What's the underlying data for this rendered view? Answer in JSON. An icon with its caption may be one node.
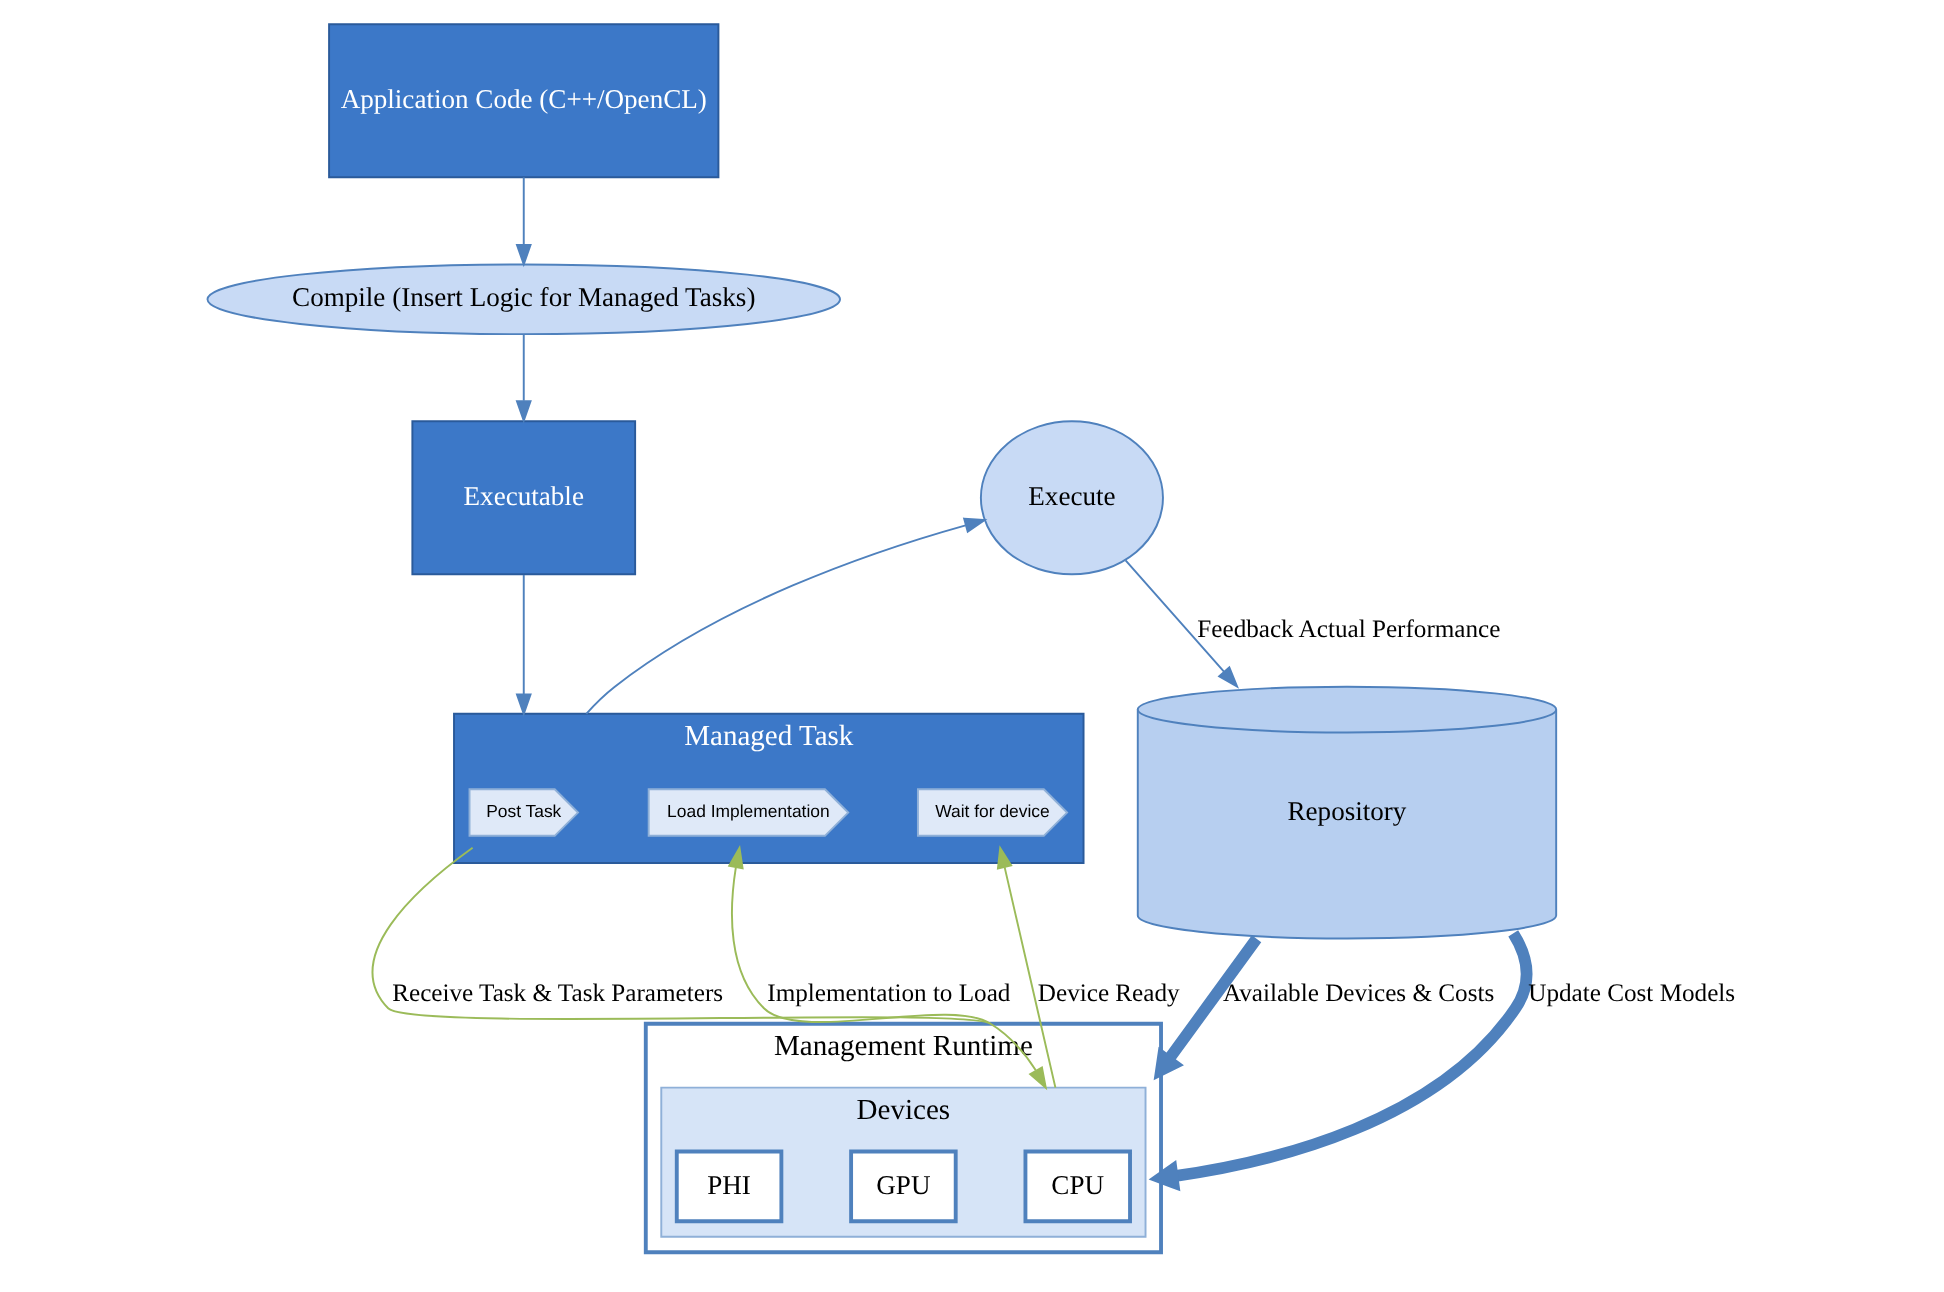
{
  "diagram": {
    "nodes": [
      {
        "text": [
          "Application Code (C++/OpenCL)"
        ]
      },
      {
        "text": [
          "Compile (Insert Logic for Managed Tasks)"
        ]
      },
      {
        "text": [
          "Executable"
        ]
      },
      {
        "text": [
          "Managed Task"
        ]
      },
      {
        "text": [
          "Post Task"
        ],
        "in": 3
      },
      {
        "text": [
          "Load Implementation"
        ],
        "in": 3
      },
      {
        "text": [
          "Wait for device"
        ],
        "in": 3
      },
      {
        "text": [
          "Execute"
        ]
      },
      {
        "text": [
          "Management Runtime"
        ]
      },
      {
        "text": [
          "Devices"
        ],
        "in": 8
      },
      {
        "text": [
          "CPU"
        ],
        "in": 9
      },
      {
        "text": [
          "GPU"
        ],
        "in": 9
      },
      {
        "text": [
          "PHI"
        ],
        "in": 9
      },
      {
        "text": [
          "Repository"
        ]
      }
    ],
    "edges": [
      {
        "from": 0,
        "to": 1,
        "arrow": "to"
      },
      {
        "from": 1,
        "to": 2,
        "arrow": "to"
      },
      {
        "from": 2,
        "to": 3,
        "arrow": "to"
      },
      {
        "from": 3,
        "to": 7,
        "arrow": "to"
      },
      {
        "from": 4,
        "to": 9,
        "arrow": "to",
        "label": "Receive Task & Task Parameters",
        "color": "#9bbb59"
      },
      {
        "from": 8,
        "to": 5,
        "arrow": "to",
        "label": "Implementation to Load",
        "color": "#9bbb59"
      },
      {
        "from": 9,
        "to": 6,
        "arrow": "to",
        "label": "Device Ready",
        "color": "#9bbb59"
      },
      {
        "from": 13,
        "to": 8,
        "arrow": "to",
        "label": "Available Devices & Costs",
        "style": "thick"
      },
      {
        "from": 13,
        "to": 8,
        "arrow": "to",
        "label": "Update Cost Models",
        "style": "thick"
      },
      {
        "from": 7,
        "to": 13,
        "arrow": "to",
        "label": "Feedback Actual Performance"
      }
    ]
  }
}
